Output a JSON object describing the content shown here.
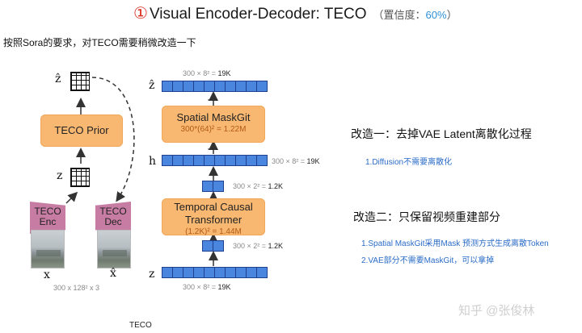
{
  "header": {
    "number": "①",
    "title": "Visual Encoder-Decoder: TECO",
    "confidence_label": "（置信度：",
    "confidence_value": "60%",
    "confidence_close": "）"
  },
  "subtitle": "按照Sora的要求，对TECO需要稍微改造一下",
  "diagram": {
    "teco_prior": "TECO Prior",
    "enc_line1": "TECO",
    "enc_line2": "Enc",
    "dec_line1": "TECO",
    "dec_line2": "Dec",
    "z_hat": "ẑ",
    "z": "z",
    "x": "x",
    "x_hat": "x̂",
    "input_dims": "300 x 128² x 3",
    "spatial_title": "Spatial MaskGit",
    "spatial_sub": "300*(64)² = 1.22M",
    "temporal_title1": "Temporal Causal",
    "temporal_title2": "Transformer",
    "temporal_sub": "(1.2K)² = 1.44M",
    "top_dims_prefix": "300 × 8² = ",
    "top_dims_value": "19K",
    "h_label": "h",
    "h_dims_prefix": "300 × 8² = ",
    "h_dims_value": "19K",
    "mid_dims_prefix": "300 × 2² = ",
    "mid_dims_value": "1.2K",
    "low_dims_prefix": "300 × 2² = ",
    "low_dims_value": "1.2K",
    "bottom_dims_prefix": "300 × 8² = ",
    "bottom_dims_value": "19K",
    "ellipsis": "···",
    "caption": "TECO"
  },
  "right": {
    "mod1_title": "改造一：去掉VAE Latent离散化过程",
    "mod1_item1": "1.Diffusion不需要离散化",
    "mod2_title": "改造二：只保留视频重建部分",
    "mod2_item1": "1.Spatial MaskGit采用Mask 预测方式生成离散Token",
    "mod2_item2": "2.VAE部分不需要MaskGit，可以拿掉"
  },
  "watermark": "知乎 @张俊林",
  "colors": {
    "block_blue": "#4b86de",
    "box_orange": "#f8b872",
    "trap_pink": "#c77ca3",
    "accent_red": "#d9291f",
    "link_blue": "#2b6cc7"
  }
}
